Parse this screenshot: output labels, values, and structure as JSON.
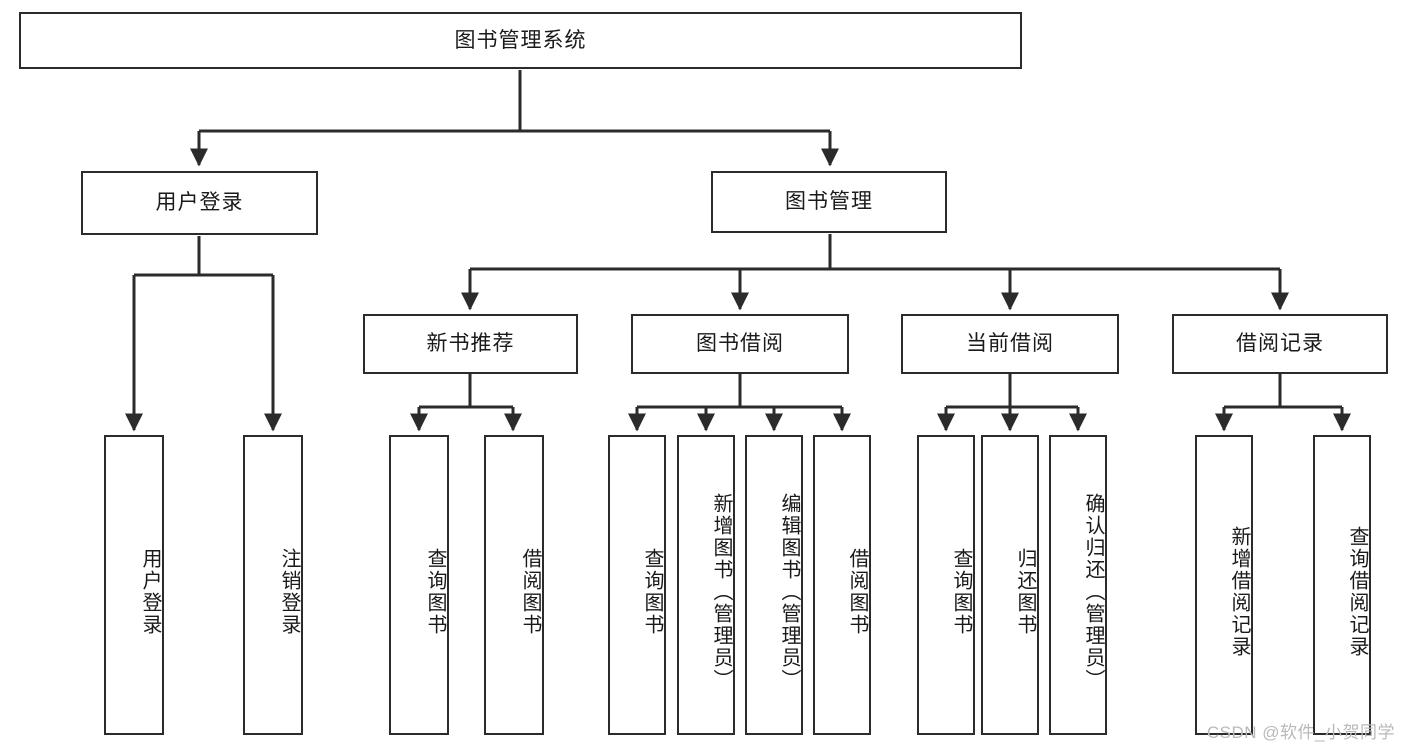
{
  "diagram": {
    "title": "图书管理系统",
    "type": "tree-hierarchy-diagram",
    "watermark": "CSDN @软件_小贺同学",
    "colors": {
      "stroke": "#2b2b2b",
      "fill": "#ffffff",
      "text": "#1a1a1a",
      "watermark": "#b9b9b9"
    },
    "nodes": {
      "root": {
        "label": "图书管理系统"
      },
      "level2": [
        {
          "id": "user-login",
          "label": "用户登录"
        },
        {
          "id": "book-manage",
          "label": "图书管理"
        }
      ],
      "level3": [
        {
          "id": "new-book-recommend",
          "label": "新书推荐"
        },
        {
          "id": "book-borrow",
          "label": "图书借阅"
        },
        {
          "id": "current-borrow",
          "label": "当前借阅"
        },
        {
          "id": "borrow-record",
          "label": "借阅记录"
        }
      ],
      "leaves": {
        "user-login": [
          {
            "id": "leaf-user-login",
            "label": "用户登录"
          },
          {
            "id": "leaf-logout",
            "label": "注销登录"
          }
        ],
        "new-book-recommend": [
          {
            "id": "leaf-query-book-1",
            "label": "查询图书"
          },
          {
            "id": "leaf-borrow-book-1",
            "label": "借阅图书"
          }
        ],
        "book-borrow": [
          {
            "id": "leaf-query-book-2",
            "label": "查询图书"
          },
          {
            "id": "leaf-add-book",
            "label": "新增图书（管理员）"
          },
          {
            "id": "leaf-edit-book",
            "label": "编辑图书（管理员）"
          },
          {
            "id": "leaf-borrow-book-2",
            "label": "借阅图书"
          }
        ],
        "current-borrow": [
          {
            "id": "leaf-query-book-3",
            "label": "查询图书"
          },
          {
            "id": "leaf-return-book",
            "label": "归还图书"
          },
          {
            "id": "leaf-confirm-return",
            "label": "确认归还（管理员）"
          }
        ],
        "borrow-record": [
          {
            "id": "leaf-add-record",
            "label": "新增借阅记录"
          },
          {
            "id": "leaf-query-record",
            "label": "查询借阅记录"
          }
        ]
      }
    }
  }
}
